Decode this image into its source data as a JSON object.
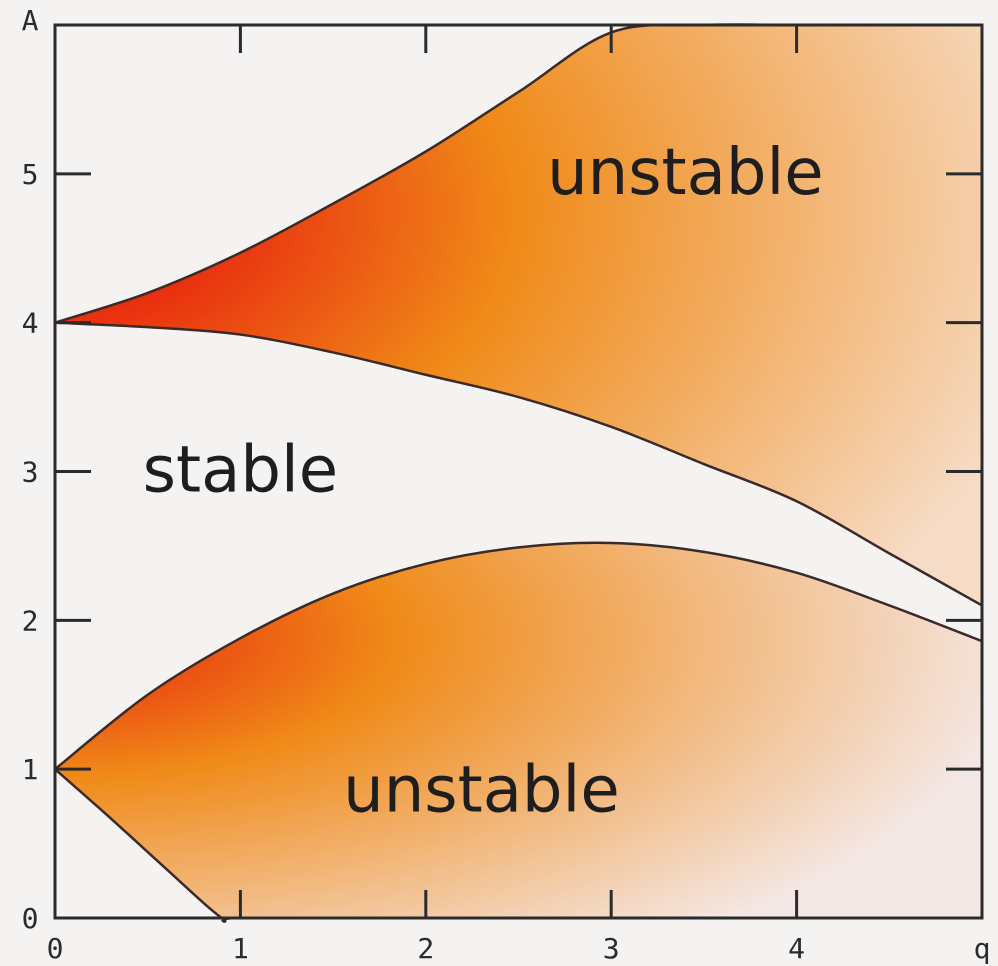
{
  "chart_data": {
    "type": "area",
    "xlabel": "q",
    "ylabel": "A",
    "xlim": [
      0,
      5
    ],
    "ylim": [
      0,
      6
    ],
    "xticks": [
      0,
      1,
      2,
      3,
      4
    ],
    "yticks": [
      0,
      1,
      2,
      3,
      4,
      5
    ],
    "grid": false,
    "annotations": [
      {
        "text": "unstable",
        "x": 3.4,
        "y": 5.0
      },
      {
        "text": "stable",
        "x": 1.0,
        "y": 3.0
      },
      {
        "text": "unstable",
        "x": 2.3,
        "y": 0.85
      }
    ],
    "regions": [
      {
        "name": "",
        "upper_boundary": {
          "x": [
            0,
            0.5,
            1,
            1.5,
            2,
            2.5,
            3,
            3.5,
            4,
            4.5,
            5
          ],
          "y": [
            4.0,
            4.2,
            4.47,
            4.8,
            5.15,
            5.55,
            5.95,
            6.0,
            6.0,
            6.0,
            6.0
          ]
        },
        "lower_boundary": {
          "x": [
            0,
            0.5,
            1,
            1.5,
            2,
            2.5,
            3,
            3.5,
            4,
            4.5,
            5
          ],
          "y": [
            4.0,
            3.97,
            3.92,
            3.8,
            3.65,
            3.5,
            3.3,
            3.05,
            2.8,
            2.45,
            2.1
          ]
        }
      },
      {
        "name": "",
        "upper_boundary": {
          "x": [
            0,
            0.5,
            1,
            1.5,
            2,
            2.5,
            3,
            3.5,
            4,
            4.5,
            5
          ],
          "y": [
            1.0,
            1.5,
            1.88,
            2.18,
            2.38,
            2.49,
            2.52,
            2.46,
            2.32,
            2.1,
            1.86
          ]
        },
        "lower_boundary": {
          "x": [
            0,
            0.3,
            0.6,
            0.9,
            1,
            2,
            3,
            4,
            5
          ],
          "y": [
            1.0,
            0.67,
            0.33,
            0.0,
            0.0,
            0.0,
            0.0,
            0.0,
            0.0
          ]
        }
      }
    ],
    "colors": {
      "dark": "#3a0a0a",
      "red": "#e8210e",
      "orange": "#f08a18",
      "pale": "#f6dcc6",
      "stable": "#f5f3f2"
    }
  }
}
